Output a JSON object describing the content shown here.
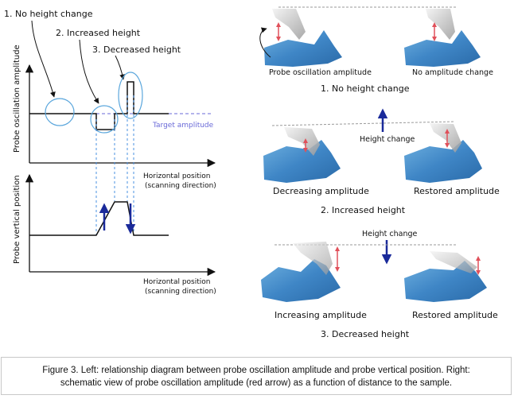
{
  "left": {
    "case_labels": [
      "1. No height change",
      "2. Increased height",
      "3. Decreased height"
    ],
    "top_axis_label": "Probe oscillation amplitude",
    "target_amplitude_label": "Target amplitude",
    "top_xlabel_line1": "Horizontal position",
    "top_xlabel_line2": "(scanning direction)",
    "bottom_axis_label": "Probe vertical position",
    "bottom_xlabel_line1": "Horizontal position",
    "bottom_xlabel_line2": "(scanning direction)"
  },
  "right": {
    "panel1": {
      "left_label": "Probe oscillation amplitude",
      "right_label": "No amplitude change",
      "title": "1. No height change"
    },
    "panel2": {
      "height_change_label": "Height change",
      "left_label": "Decreasing amplitude",
      "right_label": "Restored amplitude",
      "title": "2. Increased height"
    },
    "panel3": {
      "height_change_label": "Height change",
      "left_label": "Increasing amplitude",
      "right_label": "Restored amplitude",
      "title": "3. Decreased height"
    }
  },
  "caption": {
    "line1": "Figure 3. Left: relationship diagram between probe oscillation amplitude and probe vertical position. Right:",
    "line2": "schematic view of probe oscillation amplitude (red arrow) as a function of distance to the sample."
  },
  "colors": {
    "ellipse": "#5aa6dc",
    "target_line": "#6a6ad8",
    "guide": "#4a90e2",
    "arrow_blue": "#1a2a9a",
    "arrow_red": "#e0505a",
    "surface": "#3f86c6"
  }
}
